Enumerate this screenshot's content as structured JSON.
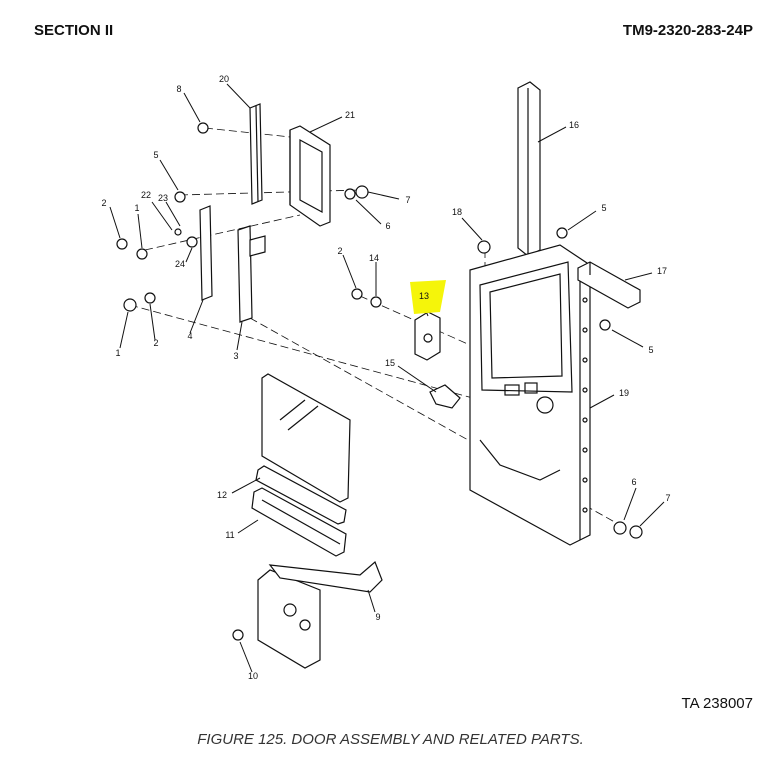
{
  "header": {
    "section": "SECTION II",
    "manual_number": "TM9-2320-283-24P"
  },
  "callouts": {
    "c1a": "1",
    "c1b": "1",
    "c2a": "2",
    "c2b": "2",
    "c2c": "2",
    "c3": "3",
    "c4": "4",
    "c5a": "5",
    "c5b": "5",
    "c5c": "5",
    "c6a": "6",
    "c6b": "6",
    "c7a": "7",
    "c7b": "7",
    "c8": "8",
    "c9": "9",
    "c10": "10",
    "c11": "11",
    "c12": "12",
    "c13": "13",
    "c14": "14",
    "c15": "15",
    "c16": "16",
    "c17": "17",
    "c18": "18",
    "c19": "19",
    "c20": "20",
    "c21": "21",
    "c22": "22",
    "c23": "23",
    "c24": "24"
  },
  "highlight": {
    "item": "13",
    "color": "#f5f50a"
  },
  "footer": {
    "ta_number": "TA 238007",
    "caption": "FIGURE 125.  DOOR ASSEMBLY AND RELATED PARTS."
  }
}
